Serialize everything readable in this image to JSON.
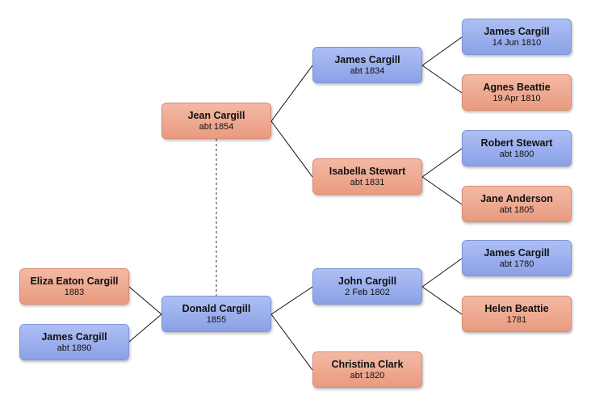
{
  "people": {
    "eliza_eaton_cargill": {
      "name": "Eliza Eaton Cargill",
      "date": "1883"
    },
    "james_cargill_1890": {
      "name": "James Cargill",
      "date": "abt 1890"
    },
    "donald_cargill": {
      "name": "Donald Cargill",
      "date": "1855"
    },
    "jean_cargill": {
      "name": "Jean Cargill",
      "date": "abt 1854"
    },
    "james_cargill_1834": {
      "name": "James Cargill",
      "date": "abt 1834"
    },
    "isabella_stewart": {
      "name": "Isabella Stewart",
      "date": "abt 1831"
    },
    "john_cargill": {
      "name": "John Cargill",
      "date": "2 Feb 1802"
    },
    "christina_clark": {
      "name": "Christina Clark",
      "date": "abt 1820"
    },
    "james_cargill_1810": {
      "name": "James Cargill",
      "date": "14 Jun 1810"
    },
    "agnes_beattie": {
      "name": "Agnes Beattie",
      "date": "19 Apr 1810"
    },
    "robert_stewart": {
      "name": "Robert Stewart",
      "date": "abt 1800"
    },
    "jane_anderson": {
      "name": "Jane Anderson",
      "date": "abt 1805"
    },
    "james_cargill_1780": {
      "name": "James Cargill",
      "date": "abt 1780"
    },
    "helen_beattie": {
      "name": "Helen Beattie",
      "date": "1781"
    }
  },
  "colors": {
    "male": "#9db0ee",
    "female": "#efab92",
    "connector": "#111111",
    "spouse_link": "#555555"
  }
}
